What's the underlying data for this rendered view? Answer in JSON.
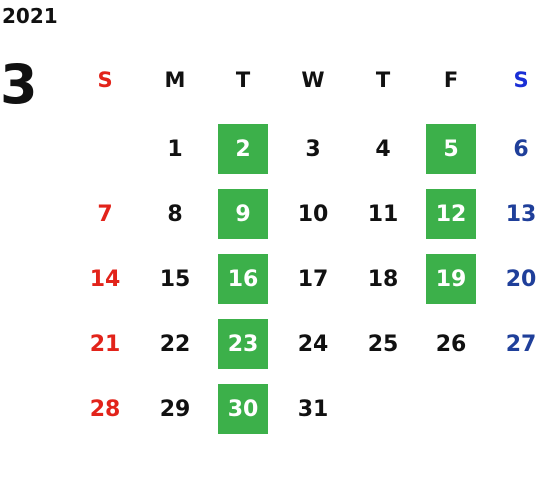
{
  "year": "2021",
  "month": "3",
  "weekdays": [
    "S",
    "M",
    "T",
    "W",
    "T",
    "F",
    "S"
  ],
  "weeks": [
    [
      "",
      "1",
      "2",
      "3",
      "4",
      "5",
      "6"
    ],
    [
      "7",
      "8",
      "9",
      "10",
      "11",
      "12",
      "13"
    ],
    [
      "14",
      "15",
      "16",
      "17",
      "18",
      "19",
      "20"
    ],
    [
      "21",
      "22",
      "23",
      "24",
      "25",
      "26",
      "27"
    ],
    [
      "28",
      "29",
      "30",
      "31",
      "",
      "",
      ""
    ]
  ],
  "highlighted_days": [
    "2",
    "5",
    "9",
    "12",
    "16",
    "19",
    "23",
    "30"
  ],
  "colors": {
    "sunday": "#e2231a",
    "saturday_header": "#1a2fd6",
    "saturday": "#1f3f9a",
    "highlight": "#3cb04a",
    "text": "#111111"
  }
}
